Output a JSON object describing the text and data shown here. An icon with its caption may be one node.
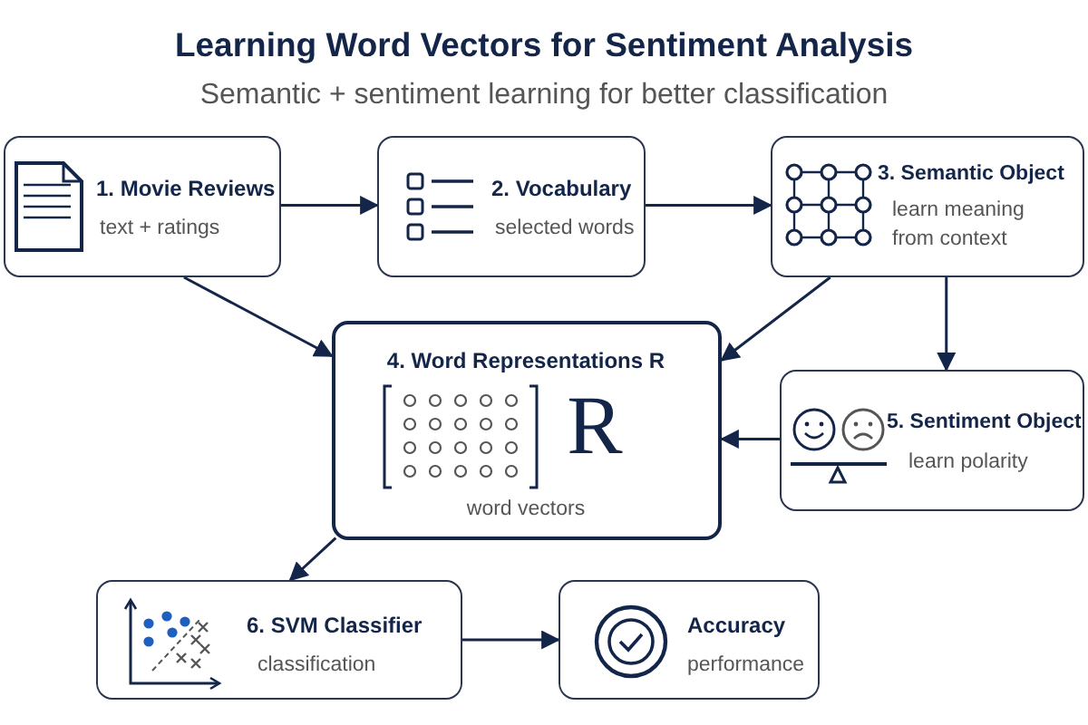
{
  "diagram": {
    "title": "Learning Word Vectors for Sentiment Analysis",
    "caption": "Semantic + sentiment learning for better classification",
    "nodes": [
      {
        "text": [
          "1. Movie Reviews",
          "text + ratings"
        ]
      },
      {
        "text": [
          "2. Vocabulary",
          "selected words"
        ]
      },
      {
        "text": [
          "3. Semantic Object",
          "learn meaning from context"
        ]
      },
      {
        "text": [
          "4. Word Representations R",
          "R",
          "word vectors"
        ]
      },
      {
        "text": [
          "5. Sentiment Object",
          "learn polarity"
        ]
      },
      {
        "text": [
          "6. SVM Classifier",
          "classification"
        ]
      },
      {
        "text": [
          "Accuracy",
          "performance"
        ]
      }
    ],
    "edges": [
      {
        "from": 0,
        "to": 1,
        "arrow": "to"
      },
      {
        "from": 1,
        "to": 2,
        "arrow": "to"
      },
      {
        "from": 0,
        "to": 3,
        "arrow": "to"
      },
      {
        "from": 2,
        "to": 3,
        "arrow": "to"
      },
      {
        "from": 2,
        "to": 4,
        "arrow": "to"
      },
      {
        "from": 4,
        "to": 3,
        "arrow": "to"
      },
      {
        "from": 3,
        "to": 5,
        "arrow": "to"
      },
      {
        "from": 5,
        "to": 6,
        "arrow": "to"
      }
    ]
  }
}
